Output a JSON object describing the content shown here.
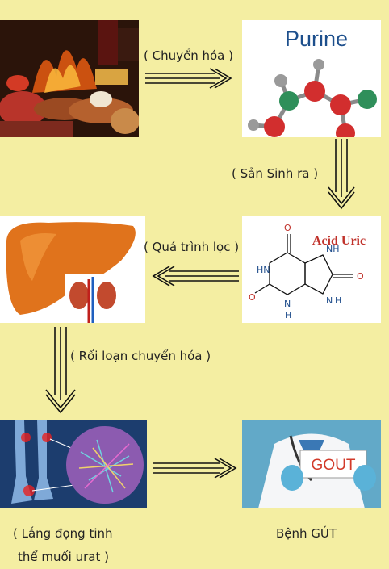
{
  "labels": {
    "chuyen_hoa": "( Chuyển hóa )",
    "san_sinh": "( Sản Sinh ra )",
    "qua_trinh_loc": "( Quá trình lọc )",
    "roi_loan": "( Rối loạn chuyển hóa )",
    "lang_dong_1": "( Lắng đọng tinh",
    "lang_dong_2": "thể muối urat )",
    "benh_gut": "Bệnh GÚT"
  },
  "nodes": {
    "purine_title": "Purine",
    "acid_uric_title": "Acid Uric",
    "gout_sign": "GOUT",
    "molecule_atoms": {
      "nh_top": "NH",
      "hn_left": "HN",
      "o_top": "O",
      "o_left": "O",
      "o_right": "O",
      "h_bottom": "H",
      "n_bottom": "N",
      "n_right": "N",
      "h_right": "H"
    }
  },
  "colors": {
    "background": "#f4eea2",
    "arrow": "#111111",
    "acid_title": "#c0312a",
    "purine_title": "#1d4f8c"
  }
}
